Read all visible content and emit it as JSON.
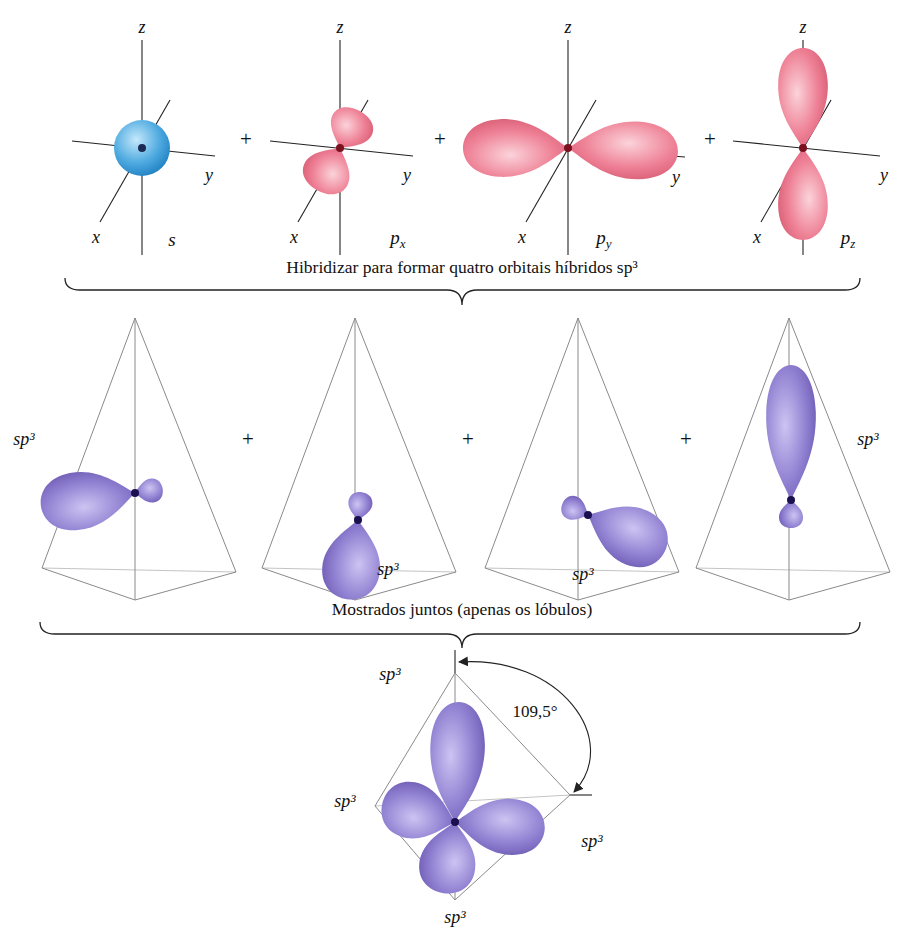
{
  "diagram": {
    "labels": [
      "z",
      "y",
      "x",
      "s",
      "+",
      "z",
      "y",
      "x",
      "px",
      "+",
      "z",
      "y",
      "x",
      "py",
      "+",
      "z",
      "y",
      "x",
      "pz",
      "Hibridizar para formar quatro orbitais híbridos sp³",
      "sp³",
      "+",
      "sp³",
      "+",
      "sp³",
      "+",
      "sp³",
      "Mostrados juntos (apenas os lóbulos)",
      "sp³",
      "109,5°",
      "sp³",
      "sp³",
      "sp³"
    ]
  }
}
